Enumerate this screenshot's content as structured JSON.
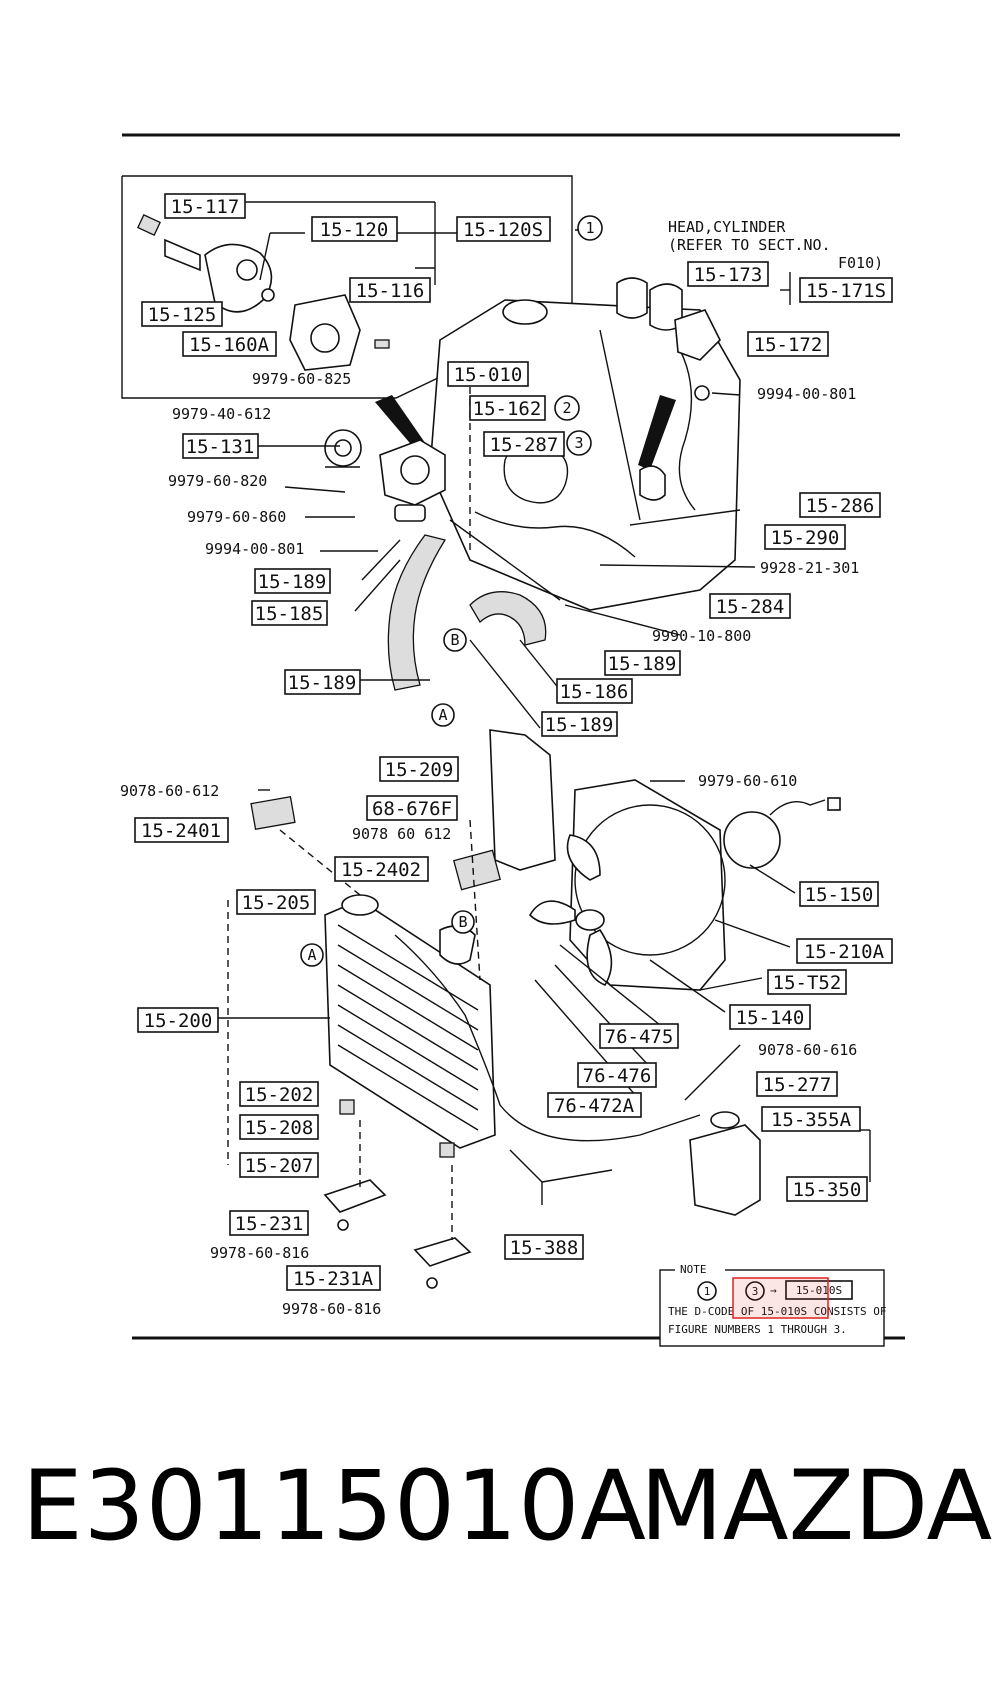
{
  "footer": {
    "part_code": "E30115010A",
    "brand": "MAZDA"
  },
  "head_ref": {
    "line1": "HEAD,CYLINDER",
    "line2": "(REFER TO SECT.NO.",
    "line3": "F010)"
  },
  "callouts": {
    "c15_117": "15-117",
    "c15_120": "15-120",
    "c15_120S": "15-120S",
    "c15_116": "15-116",
    "c15_125": "15-125",
    "c15_160A": "15-160A",
    "c9979_60_825": "9979-60-825",
    "c15_173": "15-173",
    "c15_171S": "15-171S",
    "c15_172": "15-172",
    "c9994_00_801a": "9994-00-801",
    "c15_010": "15-010",
    "c15_162": "15-162",
    "c15_287": "15-287",
    "c9979_40_612": "9979-40-612",
    "c15_131": "15-131",
    "c9979_60_820": "9979-60-820",
    "c9979_60_860": "9979-60-860",
    "c9994_00_801b": "9994-00-801",
    "c15_189a": "15-189",
    "c15_185": "15-185",
    "c15_286": "15-286",
    "c15_290": "15-290",
    "c9928_21_301": "9928-21-301",
    "c15_284": "15-284",
    "c9990_10_800": "9990-10-800",
    "c15_189b": "15-189",
    "c15_186": "15-186",
    "c15_189c": "15-189",
    "c15_189d": "15-189",
    "c15_209": "15-209",
    "c68_676F": "68-676F",
    "c9078_60_612a": "9078-60-612",
    "c9078_60_612b": "9078 60 612",
    "c15_2401": "15-2401",
    "c15_2402": "15-2402",
    "c9979_60_610": "9979-60-610",
    "c15_150": "15-150",
    "c15_205": "15-205",
    "c15_210A": "15-210A",
    "c15_T52": "15-T52",
    "c15_140": "15-140",
    "c15_200": "15-200",
    "c76_475": "76-475",
    "c9078_60_616": "9078-60-616",
    "c76_476": "76-476",
    "c15_277": "15-277",
    "c76_472A": "76-472A",
    "c15_355A": "15-355A",
    "c15_202": "15-202",
    "c15_208": "15-208",
    "c15_350": "15-350",
    "c15_207": "15-207",
    "c15_231": "15-231",
    "c15_388": "15-388",
    "c9978_60_816a": "9978-60-816",
    "c15_231A": "15-231A",
    "c9978_60_816b": "9978-60-816"
  },
  "markers": {
    "m1": "1",
    "m2": "2",
    "m3": "3",
    "mA1": "A",
    "mA2": "A",
    "mB1": "B",
    "mB2": "B"
  },
  "note": {
    "title": "NOTE",
    "code": "15-010S",
    "line1": "THE D-CODE OF 15-010S CONSISTS OF",
    "line2": "FIGURE NUMBERS 1 THROUGH 3.",
    "n1": "1",
    "n3": "3"
  }
}
